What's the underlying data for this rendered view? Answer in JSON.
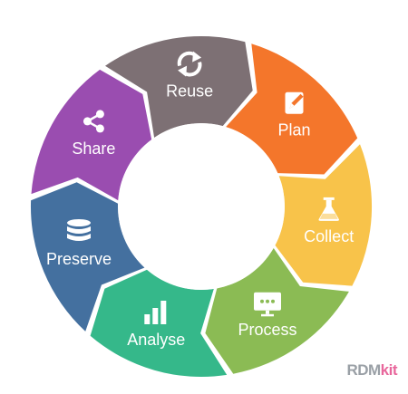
{
  "diagram": {
    "segments": [
      {
        "label": "Plan",
        "color": "#f4762b",
        "icon": "pencil-note-icon"
      },
      {
        "label": "Collect",
        "color": "#f8c34a",
        "icon": "flask-icon"
      },
      {
        "label": "Process",
        "color": "#8bbb54",
        "icon": "monitor-icon"
      },
      {
        "label": "Analyse",
        "color": "#35b88a",
        "icon": "bar-chart-icon"
      },
      {
        "label": "Preserve",
        "color": "#44709f",
        "icon": "database-icon"
      },
      {
        "label": "Share",
        "color": "#9a4db0",
        "icon": "share-icon"
      },
      {
        "label": "Reuse",
        "color": "#7d7074",
        "icon": "recycle-arrows-icon"
      }
    ]
  },
  "brand": {
    "part1": "RDM",
    "part2": "kit"
  }
}
